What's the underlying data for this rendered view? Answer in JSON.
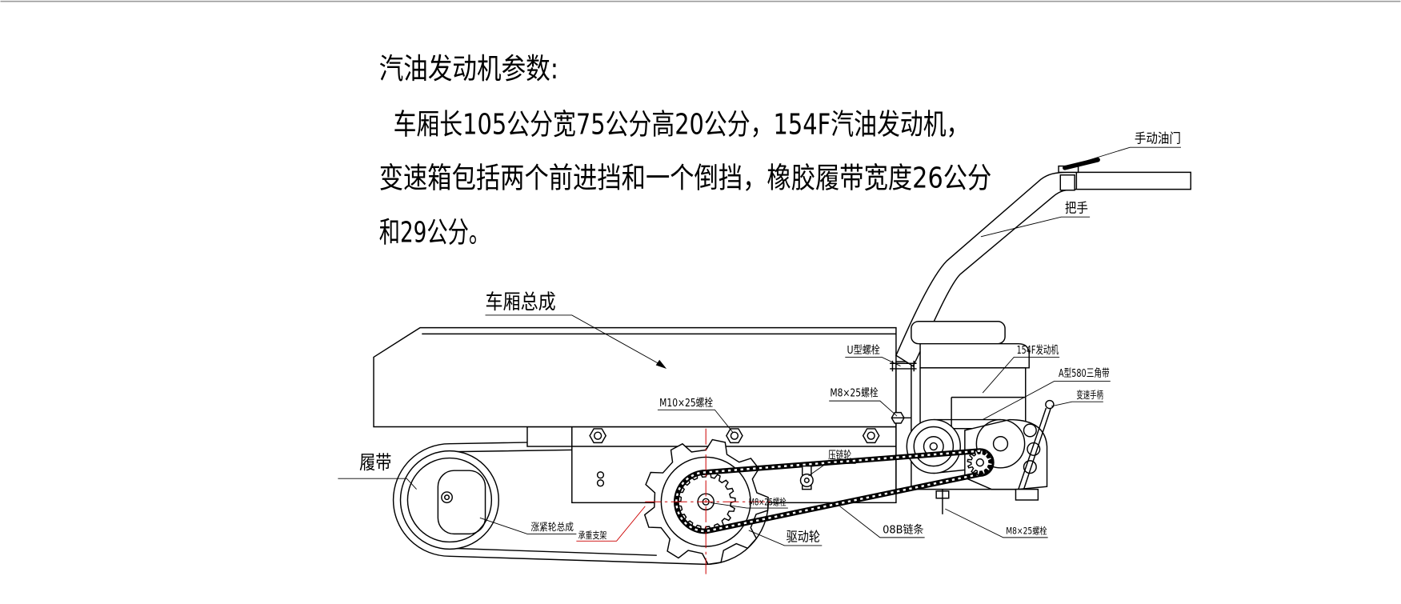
{
  "description_block": {
    "heading": "汽油发动机参数:",
    "lines": [
      "车厢长105公分宽75公分高20公分，154F汽油发动机，",
      "变速箱包括两个前进挡和一个倒挡，橡胶履带宽度26公分",
      "和29公分。"
    ]
  },
  "labels": {
    "body_assembly": "车厢总成",
    "manual_throttle": "手动油门",
    "handle": "把手",
    "u_bolt": "U型螺栓",
    "engine": "154F发动机",
    "v_belt": "A型580三角带",
    "shift_lever": "变速手柄",
    "bolt_m8_engine": "M8×25螺栓",
    "bolt_m10": "M10×25螺栓",
    "chain_idler": "压链轮",
    "track": "履带",
    "bolt_m8_drive": "M8×25螺栓",
    "tensioner": "涨紧轮总成",
    "support_bracket": "承重支架",
    "drive_wheel": "驱动轮",
    "chain": "08B链条",
    "bolt_m8_frame": "M8×25螺栓"
  },
  "colors": {
    "line": "#000000",
    "centerline": "#cc0000",
    "background": "#ffffff",
    "top_rule": "#9a9a9a"
  }
}
